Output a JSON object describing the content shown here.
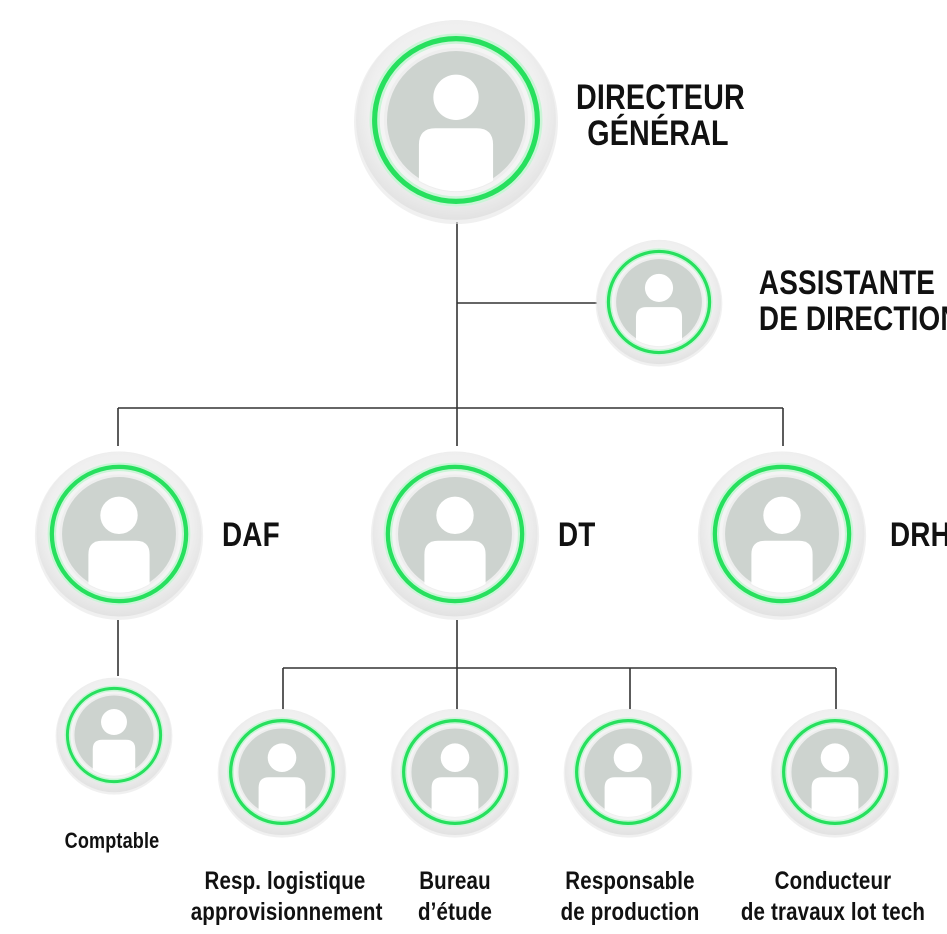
{
  "colors": {
    "ring": "#27e05e",
    "ring_inner": "#c9f5d6",
    "halo": "#efefef",
    "avatar_bg": "#cdd3cf",
    "avatar_fg": "#ffffff",
    "connector": "#333333"
  },
  "nodes": {
    "dg": {
      "icon": "person-avatar-icon",
      "line1": "DIRECTEUR",
      "line2": "GÉNÉRAL"
    },
    "assistant": {
      "icon": "person-avatar-icon",
      "line1": "ASSISTANTE",
      "line2": "DE DIRECTION"
    },
    "daf": {
      "icon": "person-avatar-icon",
      "label": "DAF"
    },
    "dt": {
      "icon": "person-avatar-icon",
      "label": "DT"
    },
    "drh": {
      "icon": "person-avatar-icon",
      "label": "DRH"
    },
    "comptable": {
      "icon": "person-avatar-icon",
      "label": "Comptable"
    },
    "logistique": {
      "icon": "person-avatar-icon",
      "line1": "Resp. logistique",
      "line2": "approvisionnement"
    },
    "bureau": {
      "icon": "person-avatar-icon",
      "line1": "Bureau",
      "line2": "d’étude"
    },
    "production": {
      "icon": "person-avatar-icon",
      "line1": "Responsable",
      "line2": "de production"
    },
    "conducteur": {
      "icon": "person-avatar-icon",
      "line1": "Conducteur",
      "line2": "de travaux lot tech"
    }
  }
}
